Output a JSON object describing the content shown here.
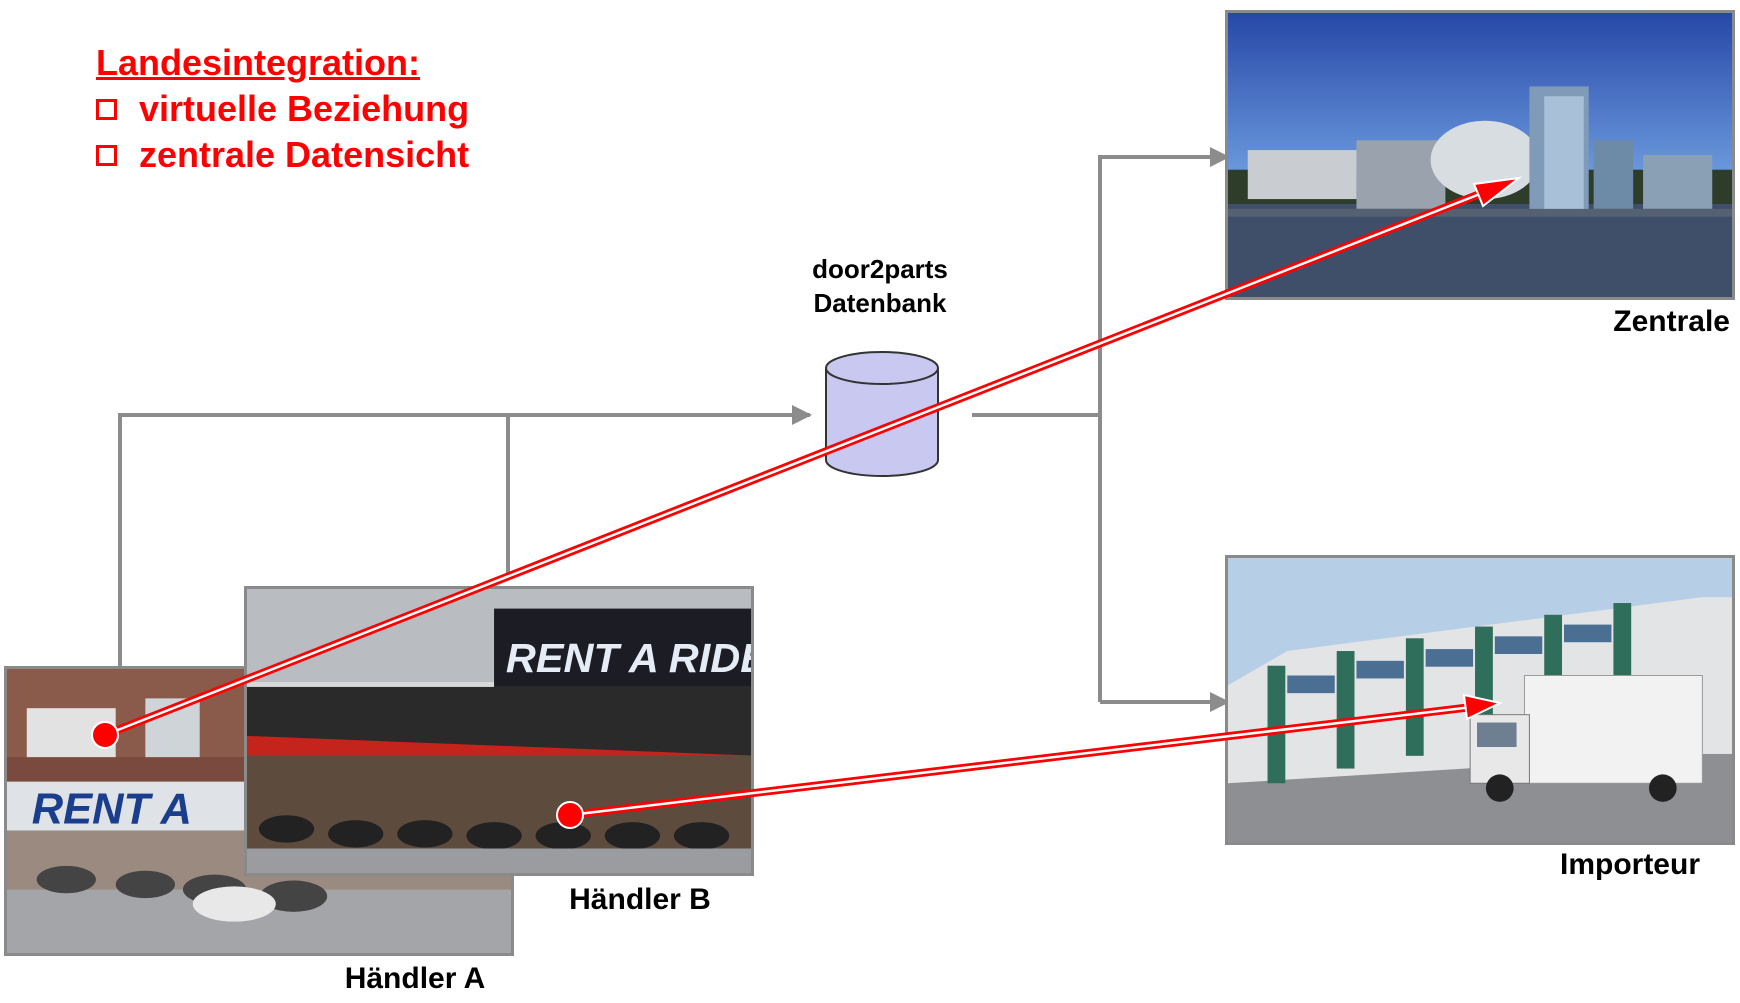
{
  "heading": {
    "title": "Landesintegration:",
    "bullets": [
      "virtuelle Beziehung",
      "zentrale Datensicht"
    ]
  },
  "database": {
    "label_line1": "door2parts",
    "label_line2": "Datenbank",
    "icon": "database-cylinder-icon",
    "fill": "#c8c8f0"
  },
  "nodes": {
    "zentrale": "Zentrale",
    "importeur": "Importeur",
    "haendler_a": "Händler A",
    "haendler_b": "Händler B"
  },
  "photos": {
    "haendler_b_sign": "RENT A RIDE",
    "haendler_a_sign": "RENT A"
  },
  "colors": {
    "accent": "#ff0000",
    "connector": "#8c8c8c",
    "frame": "#8a8a8a"
  }
}
